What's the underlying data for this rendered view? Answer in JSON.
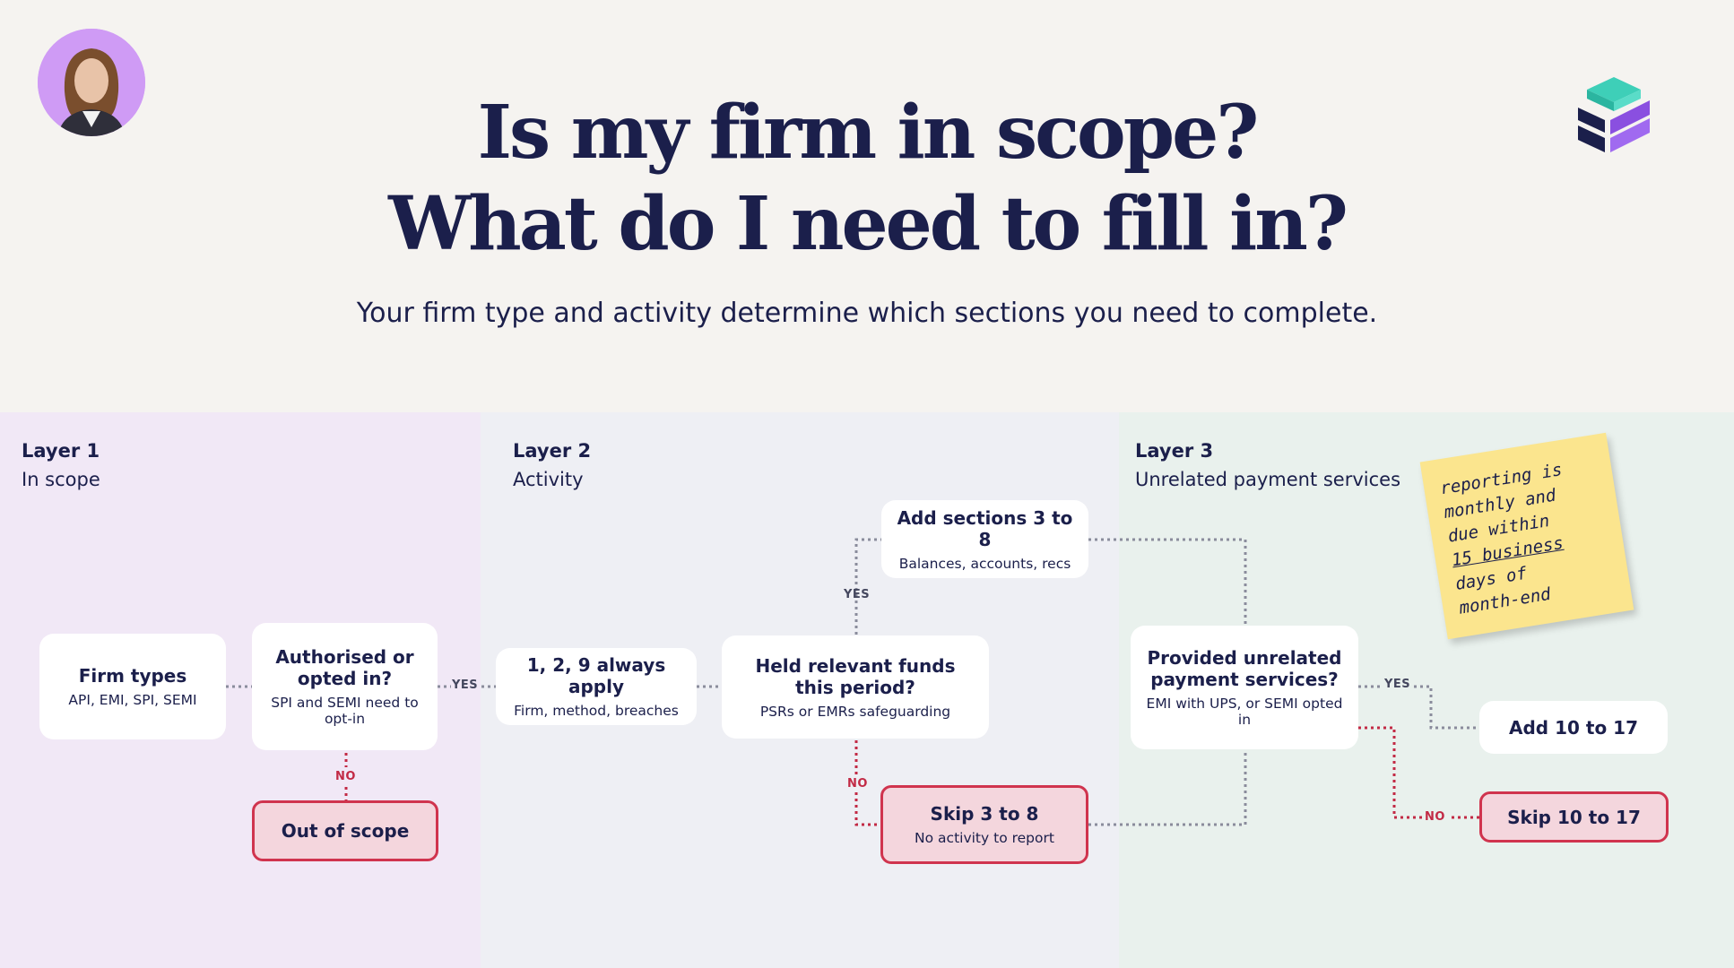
{
  "header": {
    "title_line1": "Is my firm in scope?",
    "title_line2": "What do I need to fill in?",
    "subtitle": "Your firm type and activity determine which sections you need to complete."
  },
  "layers": [
    {
      "name": "Layer 1",
      "desc": "In scope"
    },
    {
      "name": "Layer 2",
      "desc": "Activity"
    },
    {
      "name": "Layer 3",
      "desc": "Unrelated payment services"
    }
  ],
  "nodes": {
    "firm_types": {
      "title": "Firm types",
      "sub": "API, EMI, SPI, SEMI"
    },
    "authorised": {
      "title": "Authorised or opted in?",
      "sub": "SPI and SEMI need to opt-in"
    },
    "out_of_scope": {
      "title": "Out of scope"
    },
    "always_apply": {
      "title": "1, 2, 9 always apply",
      "sub": "Firm, method, breaches"
    },
    "held_funds": {
      "title": "Held relevant funds this period?",
      "sub": "PSRs or EMRs safeguarding"
    },
    "add_3_8": {
      "title": "Add sections 3 to 8",
      "sub": "Balances, accounts, recs"
    },
    "skip_3_8": {
      "title": "Skip 3 to 8",
      "sub": "No activity to report"
    },
    "unrelated": {
      "title": "Provided unrelated payment services?",
      "sub": "EMI with UPS, or SEMI opted in"
    },
    "add_10_17": {
      "title": "Add 10 to 17"
    },
    "skip_10_17": {
      "title": "Skip 10 to 17"
    }
  },
  "edge_labels": {
    "yes": "YES",
    "no": "NO"
  },
  "sticky_note": {
    "lines": [
      "reporting is",
      "monthly and",
      "due within",
      "15 business",
      "days of",
      "month-end"
    ]
  },
  "colors": {
    "navy": "#1b1f4b",
    "accent_red": "#d0344e",
    "red_fill": "#f4d6dd",
    "band_layer1": "#f1e8f6",
    "band_layer2": "#eeeff4",
    "band_layer3": "#e9f1ed",
    "sticky": "#fbe58e",
    "logo_teal": "#3ecfb8",
    "logo_purple": "#8a4fe0"
  },
  "icons": [
    "avatar-photo",
    "brand-logo-icon"
  ]
}
